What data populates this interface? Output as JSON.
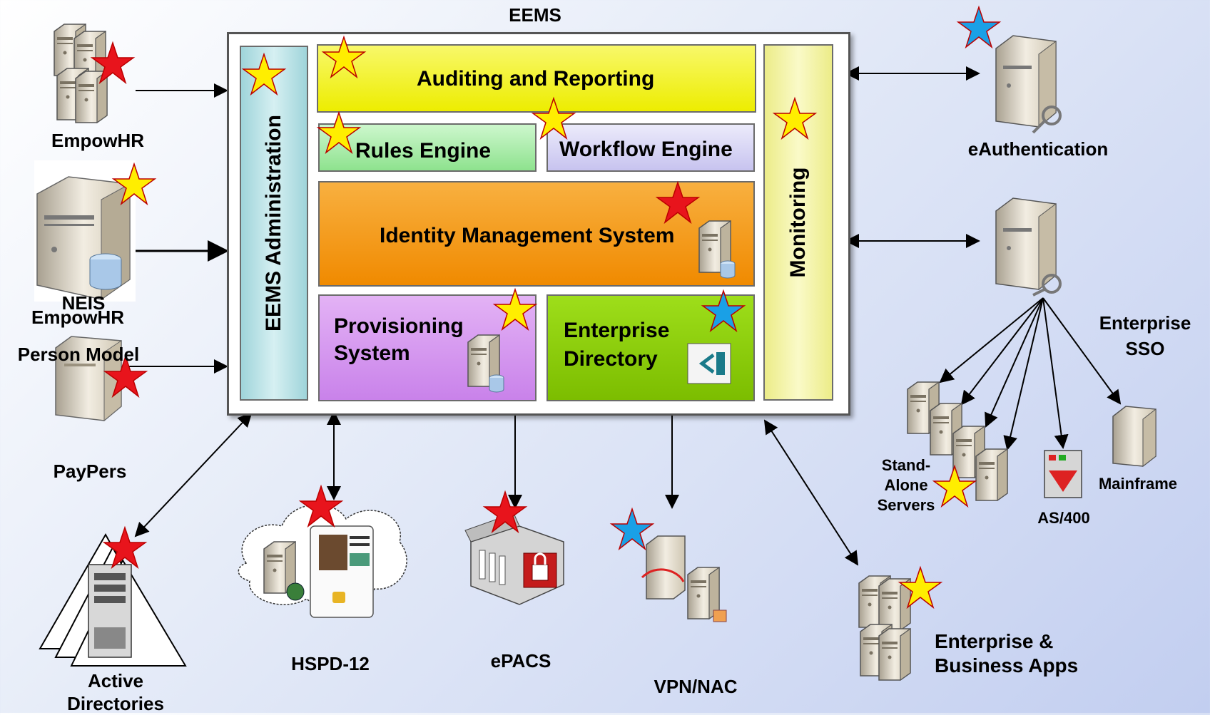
{
  "diagram": {
    "title": "EEMS",
    "modules": {
      "admin": "EEMS Administration",
      "auditing": "Auditing and Reporting",
      "rules": "Rules Engine",
      "workflow": "Workflow Engine",
      "identity": "Identity Management System",
      "provisioning_line1": "Provisioning",
      "provisioning_line2": "System",
      "directory_line1": "Enterprise",
      "directory_line2": "Directory",
      "monitoring": "Monitoring"
    },
    "sources": {
      "empowhr": "EmpowHR",
      "neis": "NEIS",
      "empowhr2": "EmpowHR",
      "person_model": "Person Model",
      "paypers": "PayPers",
      "active_line1": "Active",
      "active_line2": "Directories"
    },
    "targets": {
      "hspd": "HSPD-12",
      "epacs": "ePACS",
      "vpn": "VPN/NAC",
      "apps_line1": "Enterprise &",
      "apps_line2": "Business Apps",
      "eauth": "eAuthentication",
      "sso_line1": "Enterprise",
      "sso_line2": "SSO",
      "standalone_line1": "Stand-",
      "standalone_line2": "Alone",
      "standalone_line3": "Servers",
      "as400": "AS/400",
      "mainframe": "Mainframe"
    },
    "colors": {
      "auditing": "#f2f21a",
      "rules": "#a8f0a8",
      "workflow": "#d9d6f5",
      "identity": "#f59a0e",
      "provisioning": "#d79af2",
      "directory": "#8fce10",
      "admin": "#bfe6ea",
      "monitoring": "#f6f5a8",
      "star_red": "#e8141c",
      "star_yellow": "#ffee00",
      "star_blue": "#1aa0e6"
    }
  }
}
